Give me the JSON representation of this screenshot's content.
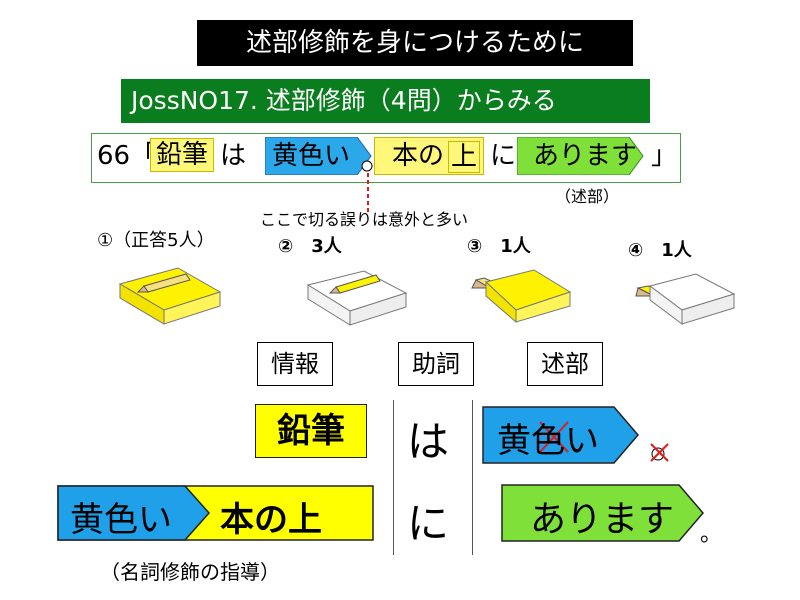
{
  "title": "述部修飾を身につけるために",
  "subtitle": "JossNO17. 述部修飾（4問）からみる",
  "sentence": {
    "number": "66「",
    "word1": "鉛筆",
    "particle1": "は",
    "word2": "黄色い",
    "word3a": "本の",
    "word3b": "上",
    "particle2": "に",
    "word4": "あります",
    "close": "」",
    "predicate_note": "（述部）"
  },
  "error_note": "ここで切る誤りは意外と多い",
  "options": [
    {
      "label": "①（正答5人）"
    },
    {
      "label": "②　3人"
    },
    {
      "label": "③　1人"
    },
    {
      "label": "④　1人"
    }
  ],
  "headers": {
    "info": "情報",
    "particle": "助詞",
    "predicate": "述部"
  },
  "row1": {
    "info": "鉛筆",
    "particle": "は",
    "predicate": "黄色い",
    "mark": "×"
  },
  "row2": {
    "info_a": "黄色い",
    "info_b": "本の上",
    "particle": "に",
    "predicate": "あります",
    "mark": "。"
  },
  "footer": "（名詞修飾の指導）",
  "colors": {
    "yellow": "#ffff00",
    "blue": "#1fa0e8",
    "green": "#7fe03a",
    "dark_green": "#0a7d1e",
    "red": "#e01b1b"
  }
}
